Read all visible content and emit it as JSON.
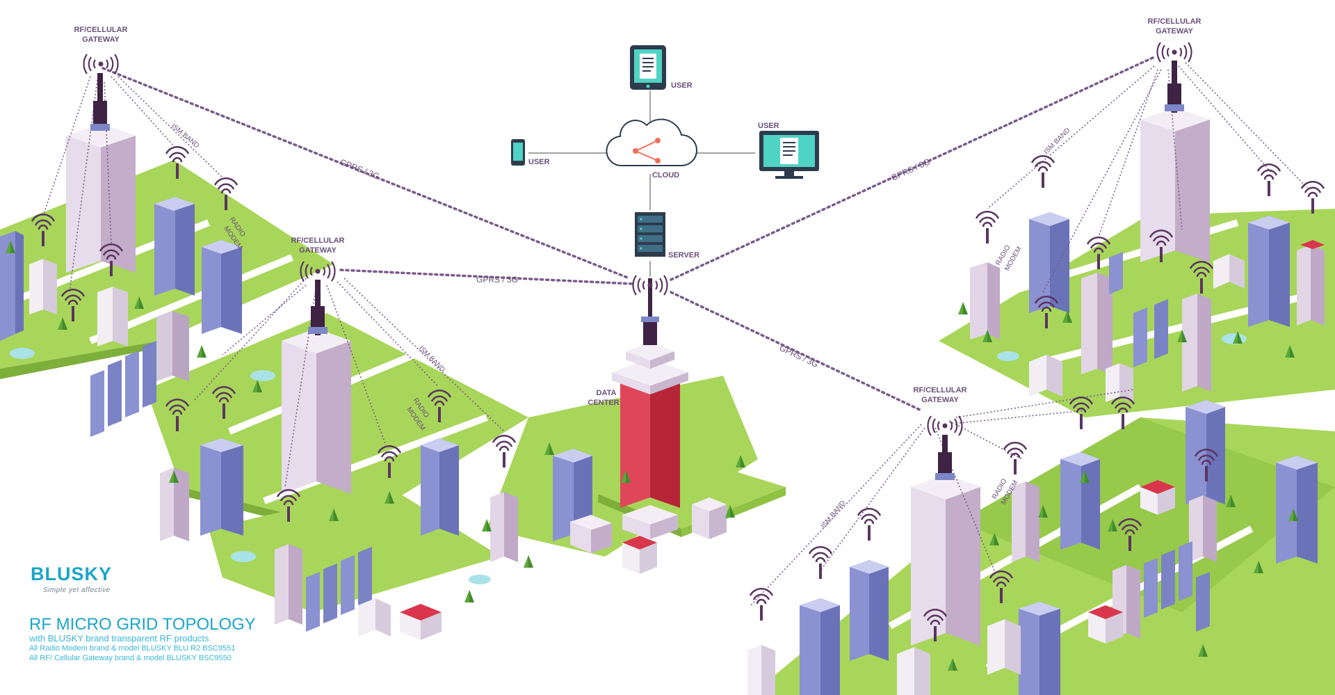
{
  "labels": {
    "gateway": "RF/CELLULAR",
    "gateway2": "GATEWAY",
    "user": "USER",
    "cloud": "CLOUD",
    "server": "SERVER",
    "data_center_1": "DATA",
    "data_center_2": "CENTER",
    "gprs": "GPRS / 3G",
    "ism": "ISM BAND",
    "radio": "RADIO",
    "modem": "MODEM"
  },
  "brand": {
    "name": "BLUSKY",
    "tagline": "Simple yet affective"
  },
  "caption": {
    "title": "RF MICRO GRID TOPOLOGY",
    "line1": "with BLUSKY brand transparent  RF products",
    "line2": "All Radio Modem brand & model BLUSKY BLU R2 BSC9551",
    "line3": "All RF/ Cellular Gateway brand & model BLUSKY BSC9550"
  },
  "colors": {
    "ground": "#a8d65a",
    "ground_dark": "#8fc243",
    "tower_purple": "#5a3560",
    "link": "#7a5a8a",
    "bldg_blue": "#7d86c7",
    "bldg_lilac": "#c7b7cf",
    "bldg_white": "#efeaf1",
    "data_center": "#d9364d",
    "brand": "#1aa5c9"
  }
}
